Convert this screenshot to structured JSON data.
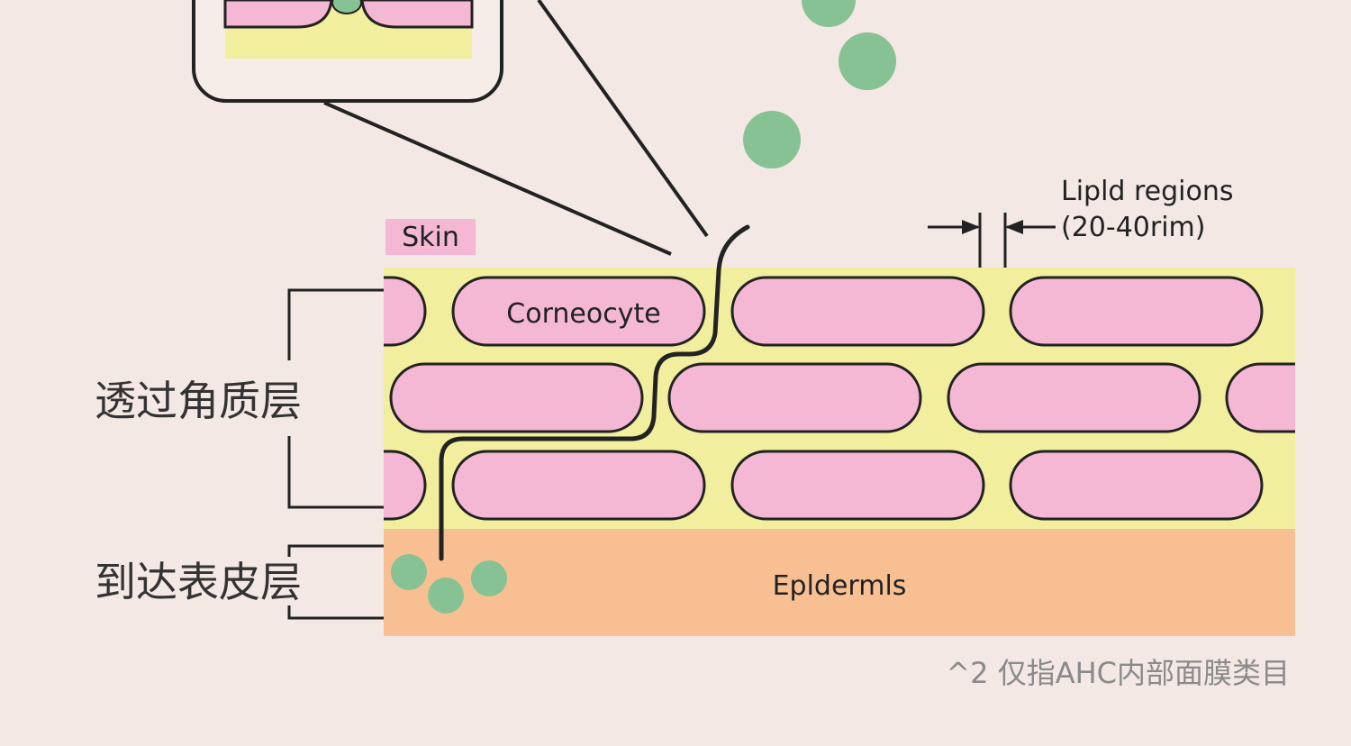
{
  "labels": {
    "skin": "Skin",
    "corneocyte": "Corneocyte",
    "lipid_regions_line1": "Lipld regions",
    "lipid_regions_line2": "(20-40rim)",
    "epidermis": "Epldermls",
    "through_stratum_corneum": "透过角质层",
    "reach_epidermis": "到达表皮层",
    "footnote": "^2 仅指AHC内部面膜类目"
  },
  "colors": {
    "background": "#f3e8e3",
    "lipid_layer": "#f1ee9d",
    "corneocyte_fill": "#f4b8d4",
    "epidermis_fill": "#f8c092",
    "particle": "#86c293",
    "outline": "#222222",
    "footnote_text": "#8a8a8a"
  },
  "icons": {
    "particle": "green-dot"
  }
}
